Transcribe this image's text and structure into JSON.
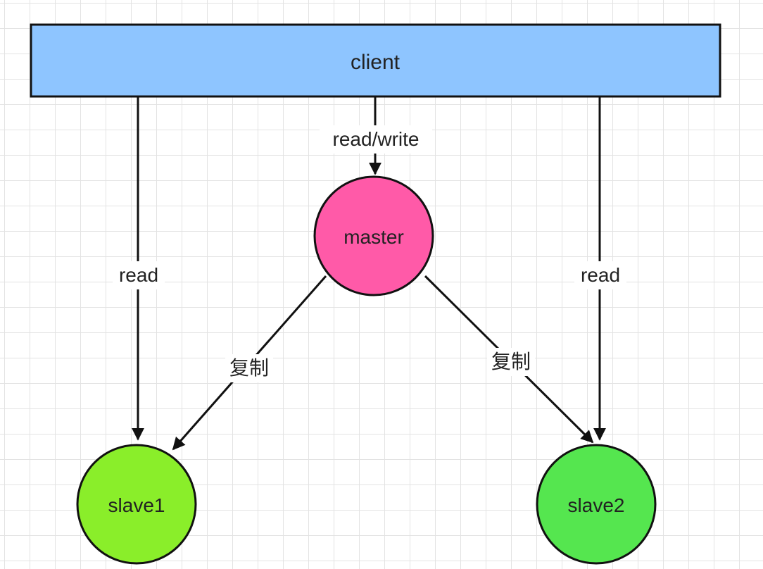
{
  "nodes": {
    "client": {
      "label": "client",
      "fill": "#8ec5ff"
    },
    "master": {
      "label": "master",
      "fill": "#ff5aa8"
    },
    "slave1": {
      "label": "slave1",
      "fill": "#8aee2a"
    },
    "slave2": {
      "label": "slave2",
      "fill": "#55e64f"
    }
  },
  "edges": {
    "client_master": {
      "label": "read/write"
    },
    "client_slave1": {
      "label": "read"
    },
    "client_slave2": {
      "label": "read"
    },
    "master_slave1": {
      "label": "复制"
    },
    "master_slave2": {
      "label": "复制"
    }
  },
  "colors": {
    "stroke": "#111111",
    "grid": "#e3e3e3"
  }
}
